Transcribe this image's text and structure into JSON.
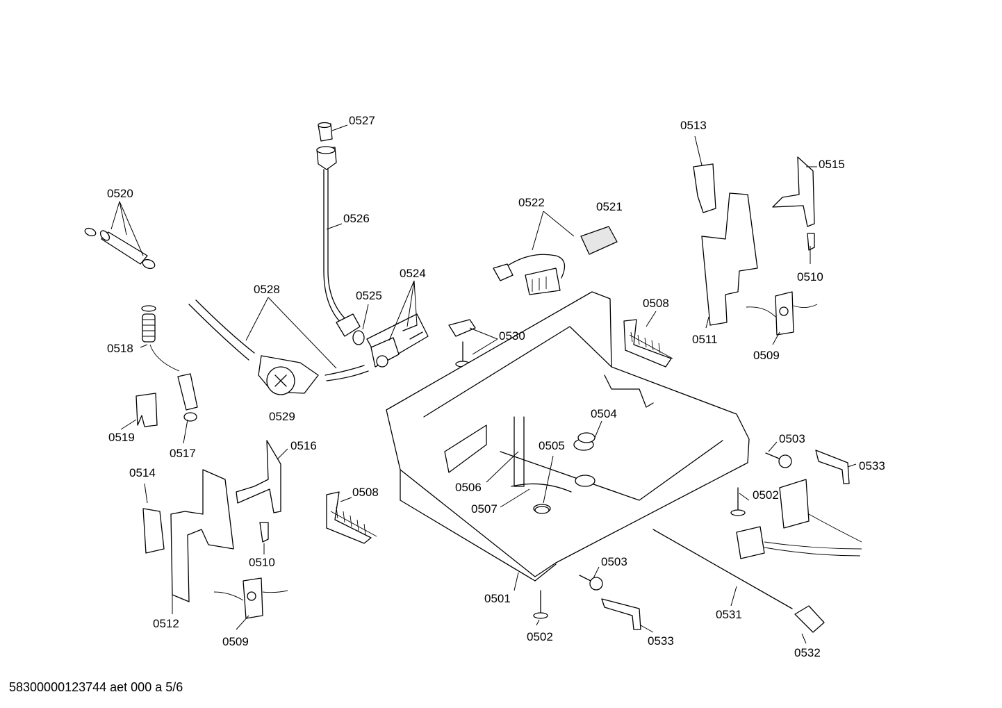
{
  "footer": {
    "document_id": "58300000123744 aet 000 a 5/6"
  },
  "part_labels": [
    "0527",
    "0526",
    "0520",
    "0528",
    "0525",
    "0524",
    "0522",
    "0521",
    "0513",
    "0515",
    "0510",
    "0508",
    "0511",
    "0509",
    "0518",
    "0530",
    "0529",
    "0519",
    "0517",
    "0504",
    "0503",
    "0533",
    "0516",
    "0514",
    "0505",
    "0506",
    "0507",
    "0508",
    "0502",
    "0510",
    "0503",
    "0501",
    "0512",
    "0509",
    "0531",
    "0502",
    "0533",
    "0532"
  ]
}
